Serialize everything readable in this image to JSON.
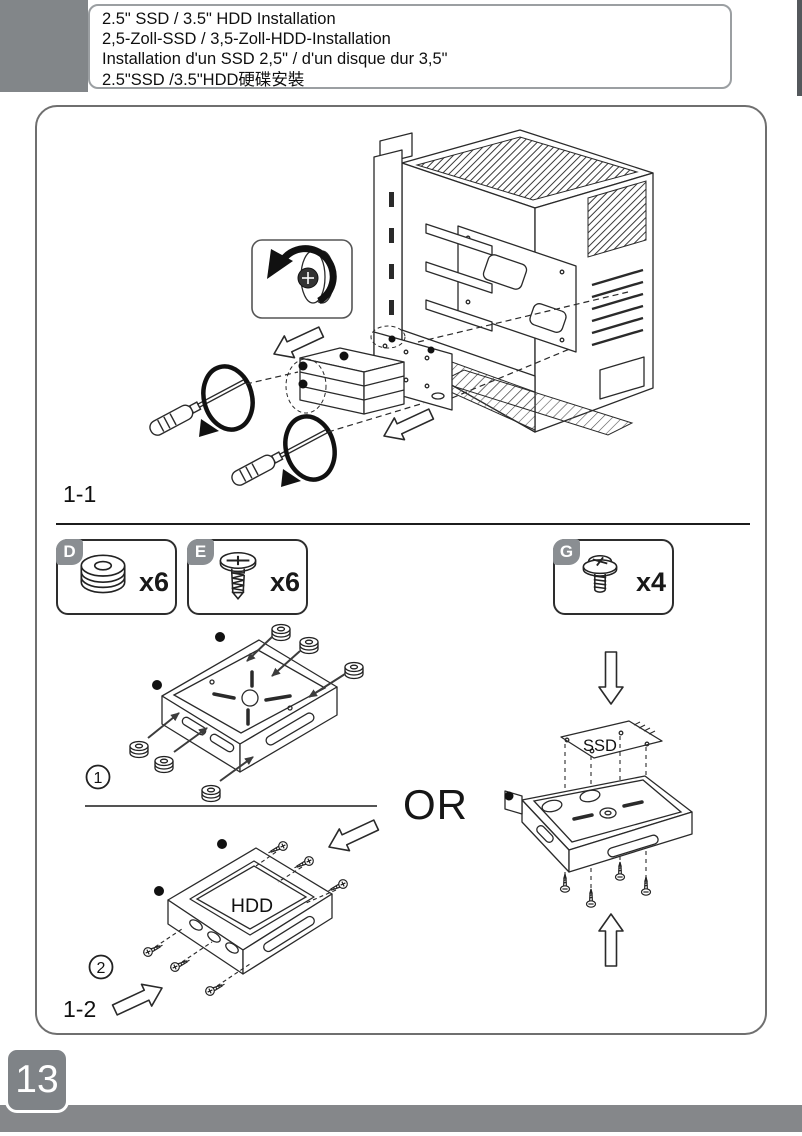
{
  "header": {
    "lines": [
      "2.5\" SSD / 3.5\" HDD Installation",
      "2,5-Zoll-SSD / 3,5-Zoll-HDD-Installation",
      "Installation d'un SSD 2,5\" / d'un disque dur 3,5\"",
      "2.5\"SSD /3.5\"HDD硬碟安裝"
    ]
  },
  "figures": {
    "fig1_label": "1-1",
    "fig2_label": "1-2",
    "or_label": "OR",
    "step1_number": "1",
    "step2_number": "2",
    "hdd_label": "HDD",
    "ssd_label": "SSD"
  },
  "parts": {
    "d": {
      "letter": "D",
      "qty": "x6",
      "icon": "rubber-grommet-icon"
    },
    "e": {
      "letter": "E",
      "qty": "x6",
      "icon": "hdd-screw-icon"
    },
    "g": {
      "letter": "G",
      "qty": "x4",
      "icon": "ssd-screw-icon"
    }
  },
  "footer": {
    "page_number": "13"
  },
  "colors": {
    "gray_block": "#828689",
    "footer_bar": "#85878A",
    "page_badge": "#7F8387",
    "edge_mark": "#54585C"
  }
}
